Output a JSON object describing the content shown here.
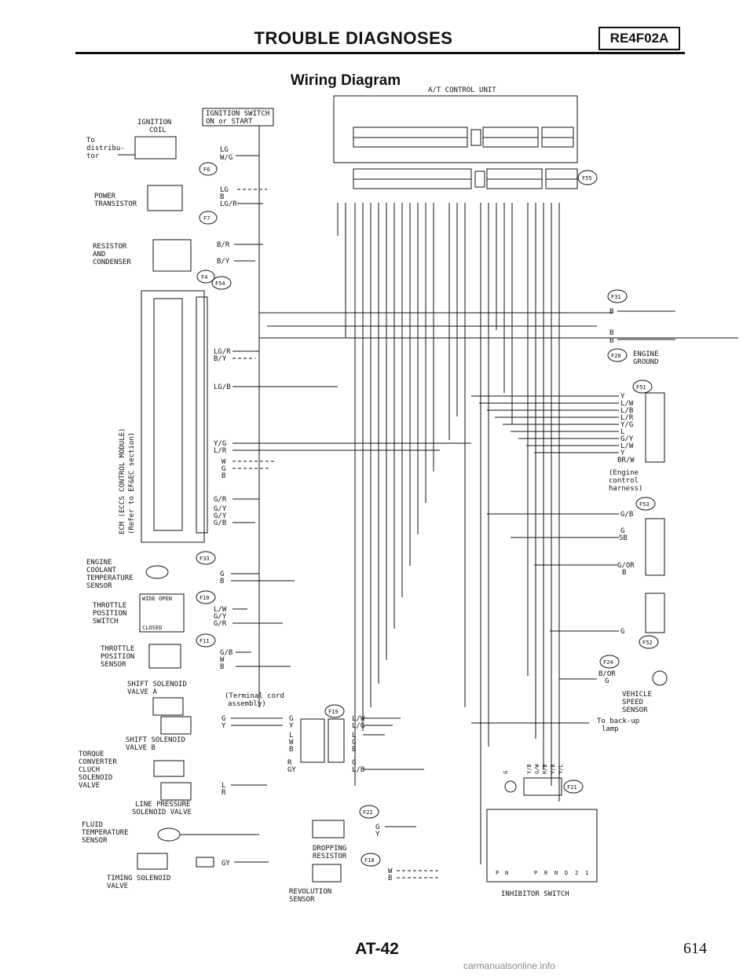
{
  "header": {
    "title": "TROUBLE DIAGNOSES",
    "section_code": "RE4F02A"
  },
  "diagram_title": "Wiring Diagram",
  "footer": {
    "page_label": "AT-42",
    "page_number": "614",
    "watermark": "carmanualsonline.info"
  },
  "components": {
    "atcu": "A/T CONTROL UNIT",
    "ignition_switch": [
      "IGNITION SWITCH",
      "ON or START"
    ],
    "ignition_coil": [
      "IGNITION",
      "COIL"
    ],
    "to_distributor": [
      "To",
      "distribu-",
      "tor"
    ],
    "power_transistor": [
      "POWER",
      "TRANSISTOR"
    ],
    "resistor_condenser": [
      "RESISTOR",
      "AND",
      "CONDENSER"
    ],
    "ecm": [
      "ECM (ECCS CONTROL MODULE)",
      "(Refer to EF&EC section)"
    ],
    "coolant_sensor": [
      "ENGINE",
      "COOLANT",
      "TEMPERATURE",
      "SENSOR"
    ],
    "throttle_switch": [
      "THROTTLE",
      "POSITION",
      "SWITCH"
    ],
    "wide_open": "WIDE OPEN",
    "closed": "CLOSED",
    "throttle_sensor": [
      "THROTTLE",
      "POSITION",
      "SENSOR"
    ],
    "shift_a": [
      "SHIFT SOLENOID",
      "VALVE A"
    ],
    "terminal_cord": [
      "(Terminal cord",
      "assembly)"
    ],
    "shift_b": [
      "SHIFT SOLENOID",
      "VALVE B"
    ],
    "tcc": [
      "TORQUE",
      "CONVERTER",
      "CLUCH",
      "SOLENOID",
      "VALVE"
    ],
    "line_pressure": [
      "LINE PRESSURE",
      "SOLENOID VALVE"
    ],
    "fluid_temp": [
      "FLUID",
      "TEMPERATURE",
      "SENSOR"
    ],
    "timing": [
      "TIMING SOLENOID",
      "VALVE"
    ],
    "dropping": [
      "DROPPING",
      "RESISTOR"
    ],
    "revolution": [
      "REVOLUTION",
      "SENSOR"
    ],
    "engine_ground": [
      "ENGINE",
      "GROUND"
    ],
    "engine_harness": [
      "(Engine",
      "control",
      "harness)"
    ],
    "vss": [
      "VEHICLE",
      "SPEED",
      "SENSOR"
    ],
    "backup": [
      "To back-up",
      "lamp"
    ],
    "inhibitor": "INHIBITOR SWITCH"
  },
  "connectors": {
    "f6": "F6",
    "f7": "F7",
    "f4": "F4",
    "f54": "F54",
    "f33": "F33",
    "f10": "F10",
    "f11": "F11",
    "f19": "F19",
    "f22": "F22",
    "f18": "F18",
    "f55": "F55",
    "f31": "F31",
    "f28": "F28",
    "f51": "F51",
    "f53": "F53",
    "f52": "F52",
    "f24": "F24",
    "f21": "F21"
  },
  "wires": {
    "lg": "LG",
    "wg": "W/G",
    "b": "B",
    "lgr": "LG/R",
    "br": "B/R",
    "by": "B/Y",
    "lgb": "LG/B",
    "yg": "Y/G",
    "lr": "L/R",
    "w": "W",
    "g": "G",
    "gr": "G/R",
    "gy": "G/Y",
    "gb": "G/B",
    "r": "R",
    "lw": "L/W",
    "l": "L",
    "gy2": "GY",
    "lg2": "L/G",
    "lb": "L/B",
    "y": "Y",
    "brw": "BR/W",
    "sb": "SB",
    "gor": "G/OR",
    "bor": "B/OR",
    "gw": "G/W",
    "yb": "Y/B",
    "rb": "R/B",
    "yl": "Y/L"
  },
  "inhibitor_positions": [
    "P",
    "N",
    "P",
    "R",
    "N",
    "D",
    "2",
    "1"
  ],
  "colors": {
    "ink": "#111111",
    "paper": "#ffffff"
  }
}
